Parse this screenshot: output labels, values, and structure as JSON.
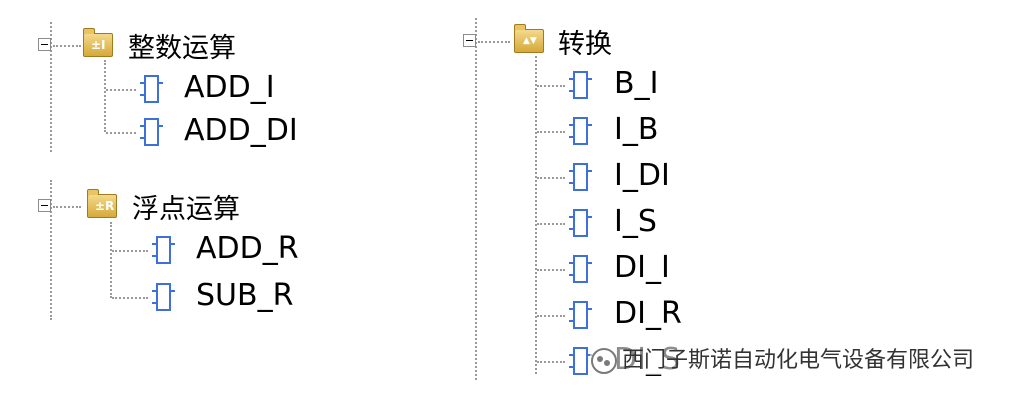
{
  "tree": {
    "integer_group": {
      "label": "整数运算",
      "icon": "folder-integer-icon",
      "badge": "±I",
      "items": [
        "ADD_I",
        "ADD_DI"
      ]
    },
    "float_group": {
      "label": "浮点运算",
      "icon": "folder-real-icon",
      "badge": "±R",
      "items": [
        "ADD_R",
        "SUB_R"
      ]
    },
    "convert_group": {
      "label": "转换",
      "icon": "folder-convert-icon",
      "badge": "▲▼",
      "items": [
        "B_I",
        "I_B",
        "I_DI",
        "I_S",
        "DI_I",
        "DI_R",
        "DI_S"
      ]
    }
  },
  "watermark": {
    "text": "西门子斯诺自动化电气设备有限公司",
    "icon": "wechat-icon"
  },
  "colors": {
    "tree_lines": "#9a9a9a",
    "block_icon": "#3f6fd8",
    "folder": "#e3b84e"
  }
}
